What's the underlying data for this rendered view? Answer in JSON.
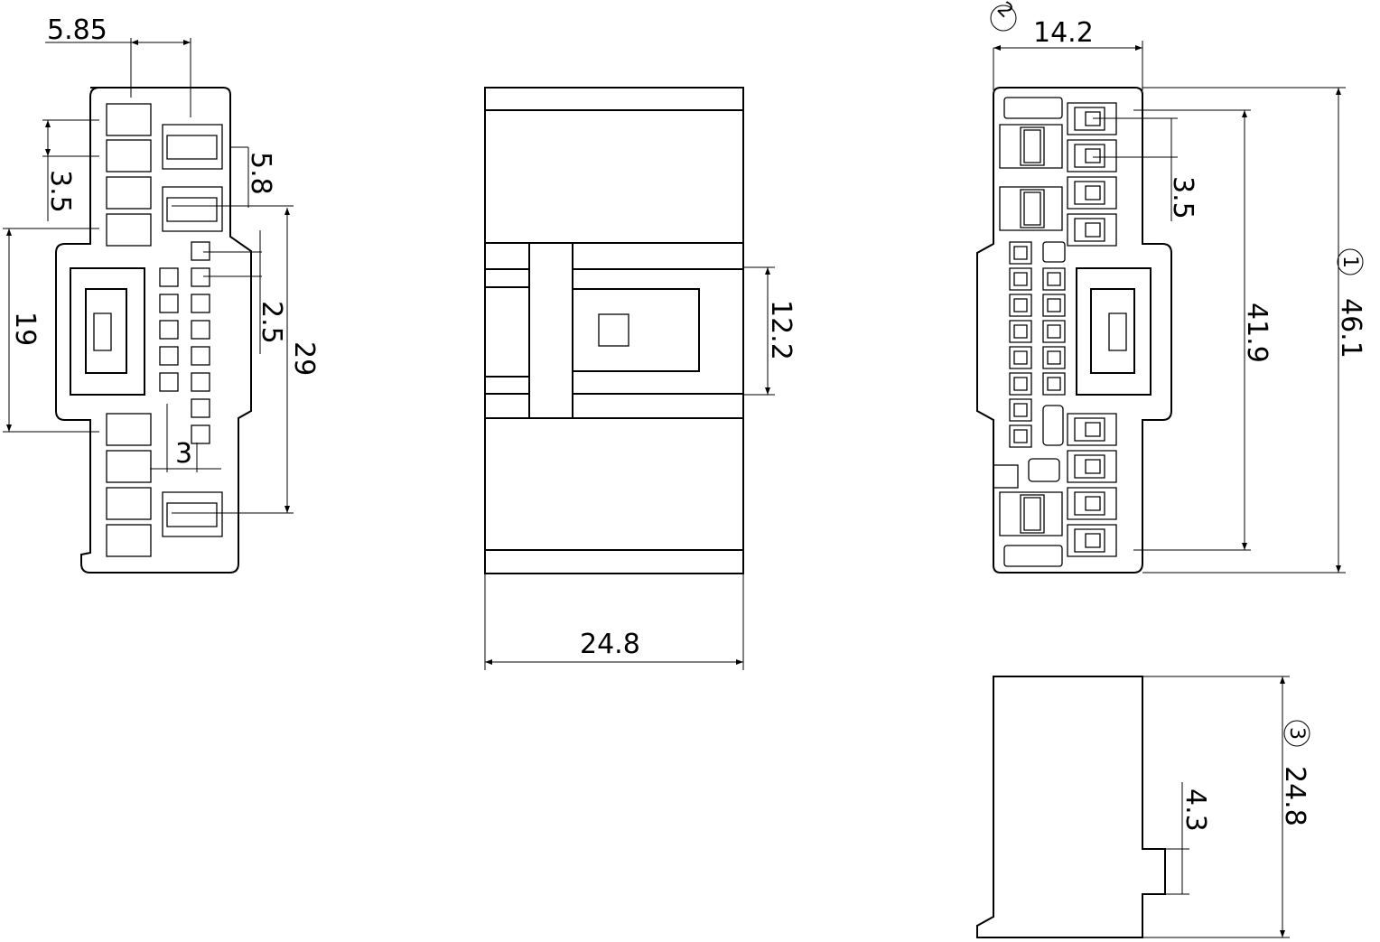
{
  "dimensions": {
    "front_w": "5.85",
    "front_pitch": "3.5",
    "front_cav": "5.8",
    "front_h19": "19",
    "front_small_pitch": "2.5",
    "front_h29": "29",
    "front_3": "3",
    "side_w": "24.8",
    "side_h": "12.2",
    "rear_w": "14.2",
    "rear_pitch": "3.5",
    "rear_h41": "41.9",
    "rear_h46": "46.1",
    "bottom_step": "4.3",
    "bottom_h": "24.8"
  },
  "view_markers": {
    "one": "1",
    "two": "2",
    "three": "3"
  }
}
